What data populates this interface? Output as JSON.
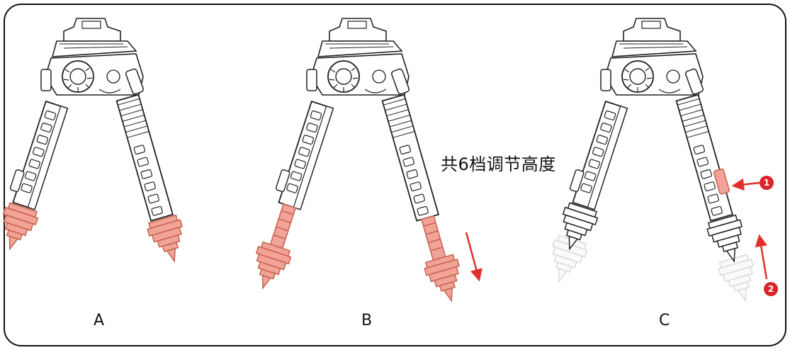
{
  "panels": [
    {
      "id": "a",
      "label": "A"
    },
    {
      "id": "b",
      "label": "B"
    },
    {
      "id": "c",
      "label": "C"
    }
  ],
  "caption": "共6档调节高度",
  "markers": [
    {
      "id": "1",
      "label": "1"
    },
    {
      "id": "2",
      "label": "2"
    }
  ],
  "colors": {
    "highlight_fill": "#f0a396",
    "highlight_stroke": "#c8624f",
    "arrow": "#e0302a",
    "badge": "#d9242b",
    "frame": "#111111",
    "line": "#222222",
    "ghost": "#d6d6d6"
  }
}
